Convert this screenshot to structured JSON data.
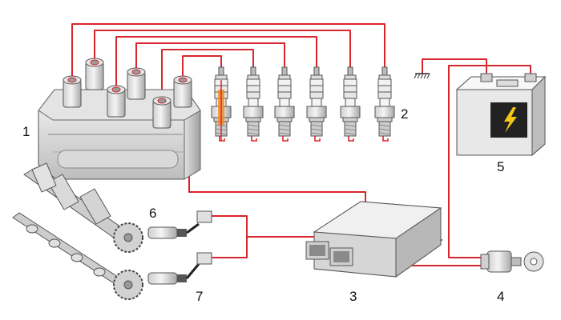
{
  "callouts": {
    "ignition_coil": "1",
    "spark_plugs": "2",
    "ecu": "3",
    "ignition_switch": "4",
    "battery": "5",
    "crankshaft_sensor": "6",
    "camshaft_sensor": "7"
  },
  "colors": {
    "wire": "#d8262c",
    "body": "#eeeeee",
    "body_shadow": "#c9c9c9",
    "outline": "#555555",
    "battery_panel": "#222222",
    "bolt": "#f5c518",
    "gear": "#cfcfcf"
  },
  "icons": {
    "battery": "lightning-bolt-icon",
    "ground": "ground-symbol-icon",
    "switch": "key-icon"
  }
}
